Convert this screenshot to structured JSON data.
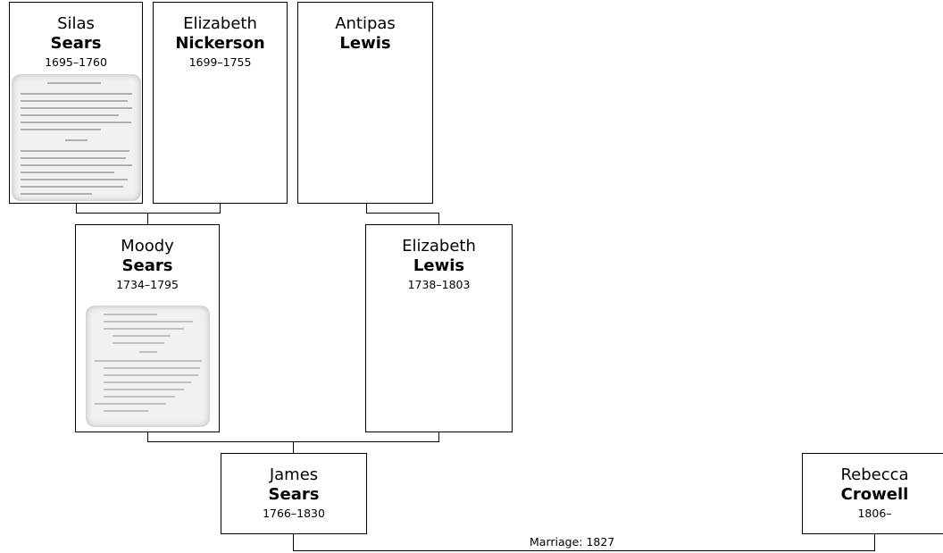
{
  "people": {
    "silas": {
      "given": "Silas",
      "surname": "Sears",
      "dates": "1695–1760"
    },
    "elizabeth_n": {
      "given": "Elizabeth",
      "surname": "Nickerson",
      "dates": "1699–1755"
    },
    "antipas": {
      "given": "Antipas",
      "surname": "Lewis",
      "dates": ""
    },
    "moody": {
      "given": "Moody",
      "surname": "Sears",
      "dates": "1734–1795"
    },
    "elizabeth_l": {
      "given": "Elizabeth",
      "surname": "Lewis",
      "dates": "1738–1803"
    },
    "james": {
      "given": "James",
      "surname": "Sears",
      "dates": "1766–1830"
    },
    "rebecca": {
      "given": "Rebecca",
      "surname": "Crowell",
      "dates": "1806–"
    }
  },
  "marriage_label": "Marriage: 1827",
  "thumbnail_icon": "document-scan-thumbnail"
}
